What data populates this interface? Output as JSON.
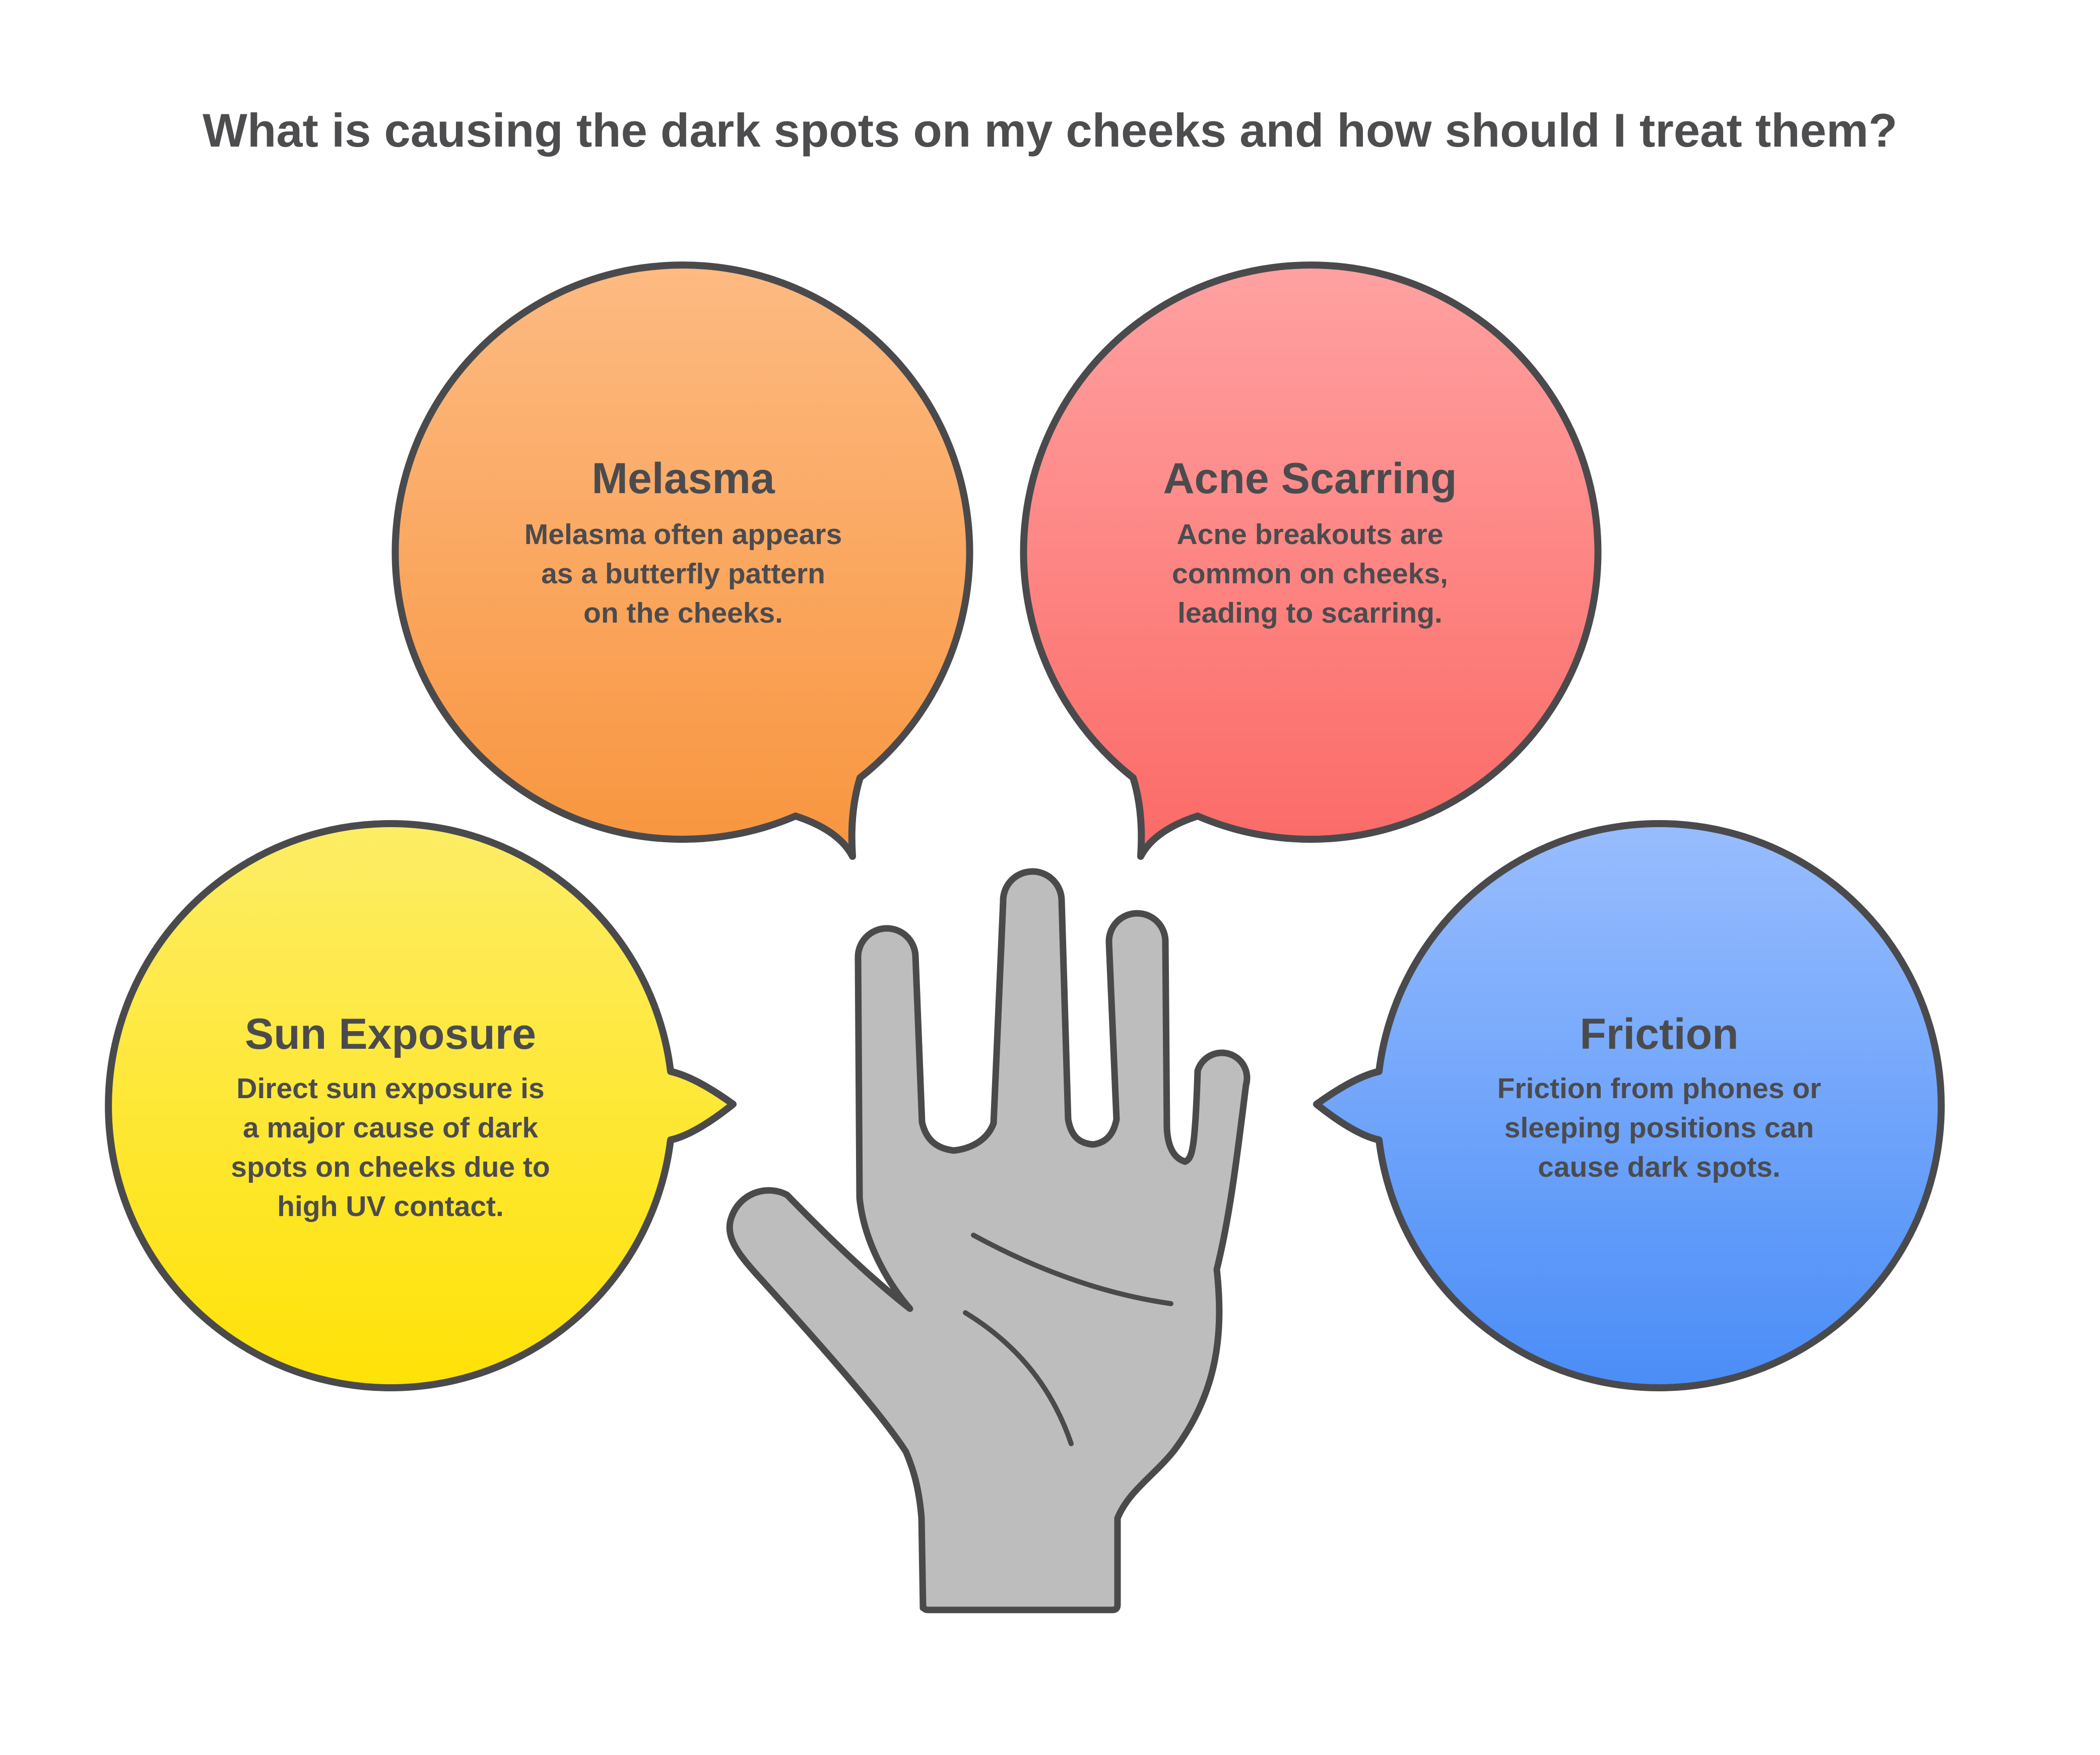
{
  "title": "What is causing the dark spots on my cheeks and how should I treat them?",
  "colors": {
    "background": "#ffffff",
    "outline": "#4a4a4d",
    "text": "#4b4b4e",
    "hand_fill": "#bdbdbd",
    "hand_outline": "#4a4a4a"
  },
  "icons": {
    "hand_icon": "open-palm-hand"
  },
  "bubbles": [
    {
      "id": "melasma",
      "heading": "Melasma",
      "body": "Melasma often appears\nas a butterfly pattern\non the cheeks.",
      "gradient_top": "#fdba82",
      "gradient_bottom": "#f8953e"
    },
    {
      "id": "acne-scarring",
      "heading": "Acne Scarring",
      "body": "Acne breakouts are\ncommon on cheeks,\nleading to scarring.",
      "gradient_top": "#ffa1a1",
      "gradient_bottom": "#fb6a66"
    },
    {
      "id": "sun-exposure",
      "heading": "Sun Exposure",
      "body": "Direct sun exposure is\na major cause of dark\nspots on cheeks due to\nhigh UV contact.",
      "gradient_top": "#fded66",
      "gradient_bottom": "#ffe206"
    },
    {
      "id": "friction",
      "heading": "Friction",
      "body": "Friction from phones or\nsleeping positions can\ncause dark spots.",
      "gradient_top": "#98bdfe",
      "gradient_bottom": "#4a8df7"
    }
  ]
}
